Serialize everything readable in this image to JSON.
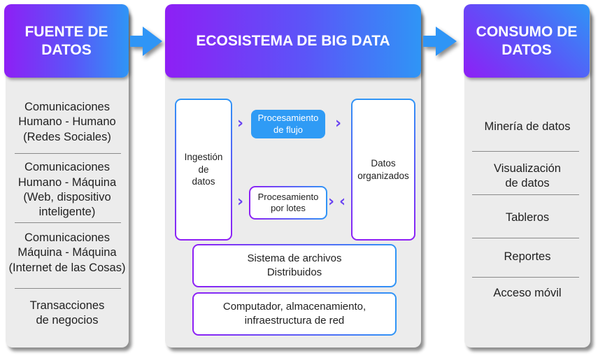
{
  "columns": {
    "source": {
      "title": "FUENTE DE DATOS",
      "title_lines": [
        "FUENTE DE",
        "DATOS"
      ],
      "items": [
        {
          "lines": [
            "Comunicaciones",
            "Humano - Humano",
            "(Redes Sociales)"
          ]
        },
        {
          "lines": [
            "Comunicaciones",
            "Humano - Máquina",
            "(Web, dispositivo",
            "inteligente)"
          ]
        },
        {
          "lines": [
            "Comunicaciones",
            "Máquina - Máquina",
            "(Internet de las Cosas)"
          ]
        },
        {
          "lines": [
            "Transacciones",
            "de negocios"
          ]
        }
      ]
    },
    "ecosystem": {
      "title": "ECOSISTEMA DE BIG DATA",
      "ingestion": [
        "Ingestión",
        "de",
        "datos"
      ],
      "stream_processing": [
        "Procesamiento",
        "de flujo"
      ],
      "batch_processing": [
        "Procesamiento",
        "por lotes"
      ],
      "organized_data": [
        "Datos",
        "organizados"
      ],
      "file_system": [
        "Sistema de archivos",
        "Distribuidos"
      ],
      "infrastructure": [
        "Computador, almacenamiento,",
        "infraestructura de red"
      ],
      "chevron_right": "›",
      "chevron_left": "‹"
    },
    "consumption": {
      "title": "CONSUMO DE DATOS",
      "title_lines": [
        "CONSUMO DE",
        "DATOS"
      ],
      "items": [
        {
          "lines": [
            "Minería de datos"
          ]
        },
        {
          "lines": [
            "Visualización",
            "de datos"
          ]
        },
        {
          "lines": [
            "Tableros"
          ]
        },
        {
          "lines": [
            "Reportes"
          ]
        },
        {
          "lines": [
            "Acceso móvil"
          ]
        }
      ]
    }
  },
  "colors": {
    "gradient_start": "#8e1ff5",
    "gradient_end": "#2f95f6",
    "stream_box": "#2f9bf5",
    "arrow": "#2f95f6",
    "panel_bg": "#ececec"
  }
}
